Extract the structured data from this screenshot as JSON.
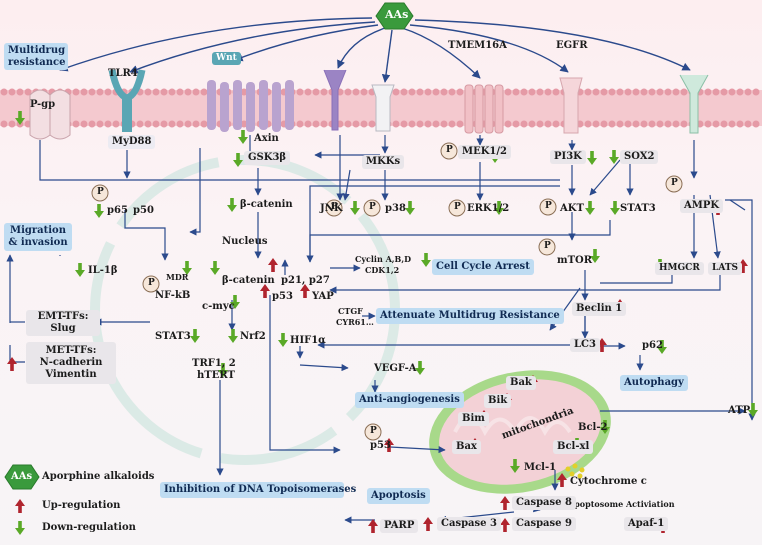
{
  "colors": {
    "up": "#b0242e",
    "down": "#5aa927",
    "node_blue": "#bfdcf2",
    "hub": "#3a9a3c",
    "line": "#2b4a8c",
    "grey_box": "#e9e6ea"
  },
  "source": "AAs",
  "receptors": {
    "pgp": "P-gp",
    "tlr4": "TLR4",
    "myd88": "MyD88",
    "wnt": "Wnt",
    "tmem16a": "TMEM16A",
    "egfr": "EGFR"
  },
  "nodes": {
    "axin": "Axin",
    "gsk3b": "GSK3β",
    "mkks": "MKKs",
    "mek12": "MEK1/2",
    "pi3k": "PI3K",
    "sox2": "SOX2",
    "p65": "p65",
    "p50": "p50",
    "bcatenin_cyto": "β-catenin",
    "jnk": "JNK",
    "p38": "p38",
    "erk12": "ERK1/2",
    "akt": "AKT",
    "stat3_top": "STAT3",
    "ampk": "AMPK",
    "nucleus": "Nucleus",
    "mtor": "mTOR",
    "il1b": "IL-1β",
    "mdr": "MDR",
    "nfkb": "NF-kB",
    "bcatenin_nuc": "β-catenin",
    "p21p27": "p21, p27",
    "p53_nuc": "p53",
    "yap": "YAP",
    "cmyc": "c-myc",
    "cyclin": "Cyclin A,B,D",
    "cdk": "CDK1,2",
    "hmgcr": "HMGCR",
    "lats": "LATS",
    "ctgf": "CTGF",
    "cyr61": "CYR61…",
    "beclin": "Beclin 1",
    "stat3_low": "STAT3",
    "nrf2": "Nrf2",
    "hif1a": "HIF1α",
    "lc3": "LC3",
    "p62": "p62",
    "trf": "TRF1, 2",
    "htert": "hTERT",
    "vegfa": "VEGF-A",
    "bak": "Bak",
    "bik": "Bik",
    "bim": "Bim",
    "bax": "Bax",
    "p53_low": "p53",
    "mito": "mitochondria",
    "bcl2": "Bcl-2",
    "bclxl": "Bcl-xl",
    "mcl1": "Mcl-1",
    "cytc": "Cytochrome c",
    "atp": "ATP",
    "casp8": "Caspase 8",
    "casp3": "Caspase 3",
    "casp9": "Caspase 9",
    "apaf1": "Apaf-1",
    "parp": "PARP",
    "apop_act": "Apoptosome Activiation",
    "p_letter": "P"
  },
  "outcomes": {
    "mdr_resist": "Multidrug resistance",
    "migration": "Migration & invasion",
    "cell_cycle": "Cell Cycle Arrest",
    "attenuate": "Attenuate Multidrug Resistance",
    "autophagy": "Autophagy",
    "angio": "Anti-angiogenesis",
    "topo": "Inhibition of DNA Topoisomerases",
    "apoptosis": "Apoptosis"
  },
  "emt": {
    "title": "EMT-TFs:",
    "item": "Slug"
  },
  "met": {
    "title": "MET-TFs:",
    "item1": "N-cadherin",
    "item2": "Vimentin"
  },
  "legend": {
    "hub": "AAs",
    "hub_label": "Aporphine alkaloids",
    "up": "Up-regulation",
    "down": "Down-regulation"
  }
}
